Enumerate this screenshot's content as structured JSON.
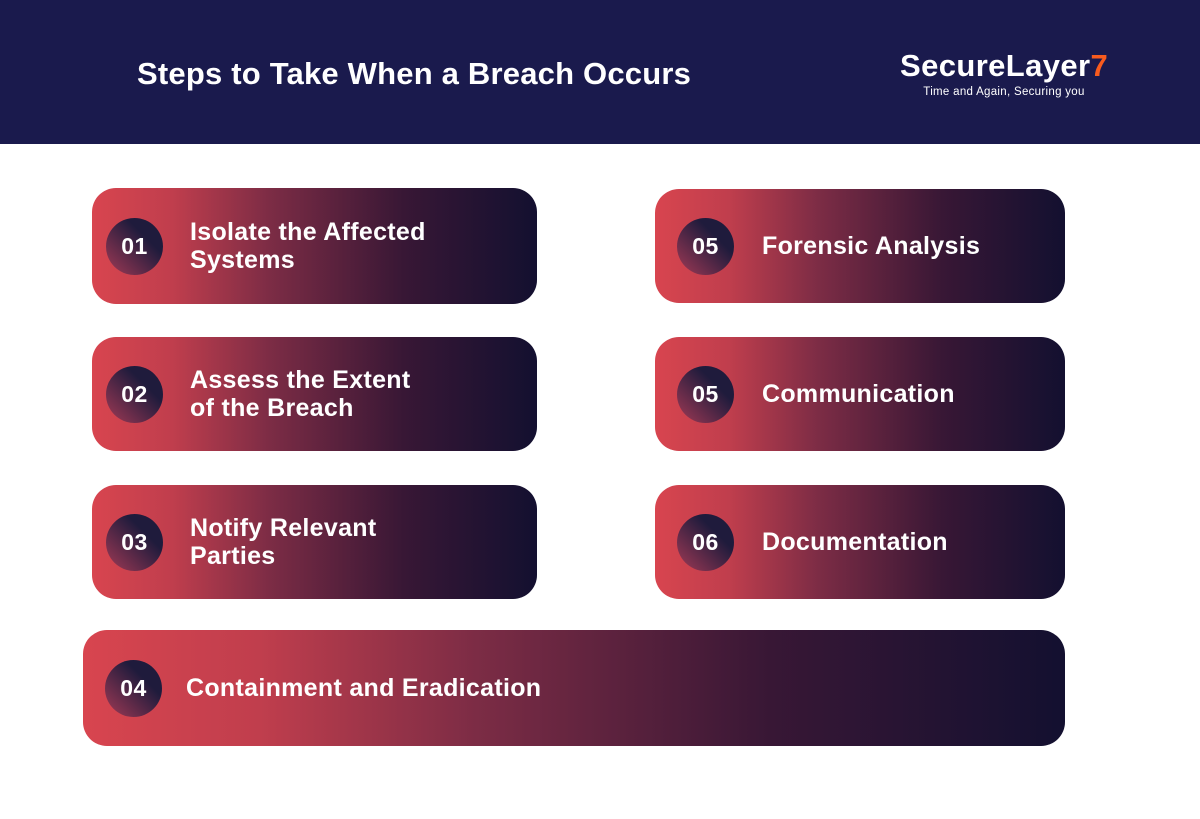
{
  "header": {
    "title": "Steps to Take When a Breach Occurs",
    "logo": {
      "brand": "SecureLayer",
      "seven": "7",
      "tagline": "Time and Again, Securing you"
    }
  },
  "steps": [
    {
      "number": "01",
      "label": "Isolate the Affected\nSystems"
    },
    {
      "number": "02",
      "label": "Assess the Extent\nof the Breach"
    },
    {
      "number": "03",
      "label": "Notify Relevant\nParties"
    },
    {
      "number": "04",
      "label": "Containment and Eradication"
    },
    {
      "number": "05",
      "label": "Forensic Analysis"
    },
    {
      "number": "05",
      "label": "Communication"
    },
    {
      "number": "06",
      "label": "Documentation"
    }
  ],
  "colors": {
    "header_bg": "#1a1a4d",
    "page_bg": "#ffffff",
    "card_gradient_start": "#d8454f",
    "card_gradient_mid": "#7c2c45",
    "card_gradient_end": "#131030",
    "badge_dark": "#1f1b3c",
    "badge_red": "#a23a55",
    "logo_accent_orange": "#f85b1e",
    "text_white": "#ffffff"
  }
}
